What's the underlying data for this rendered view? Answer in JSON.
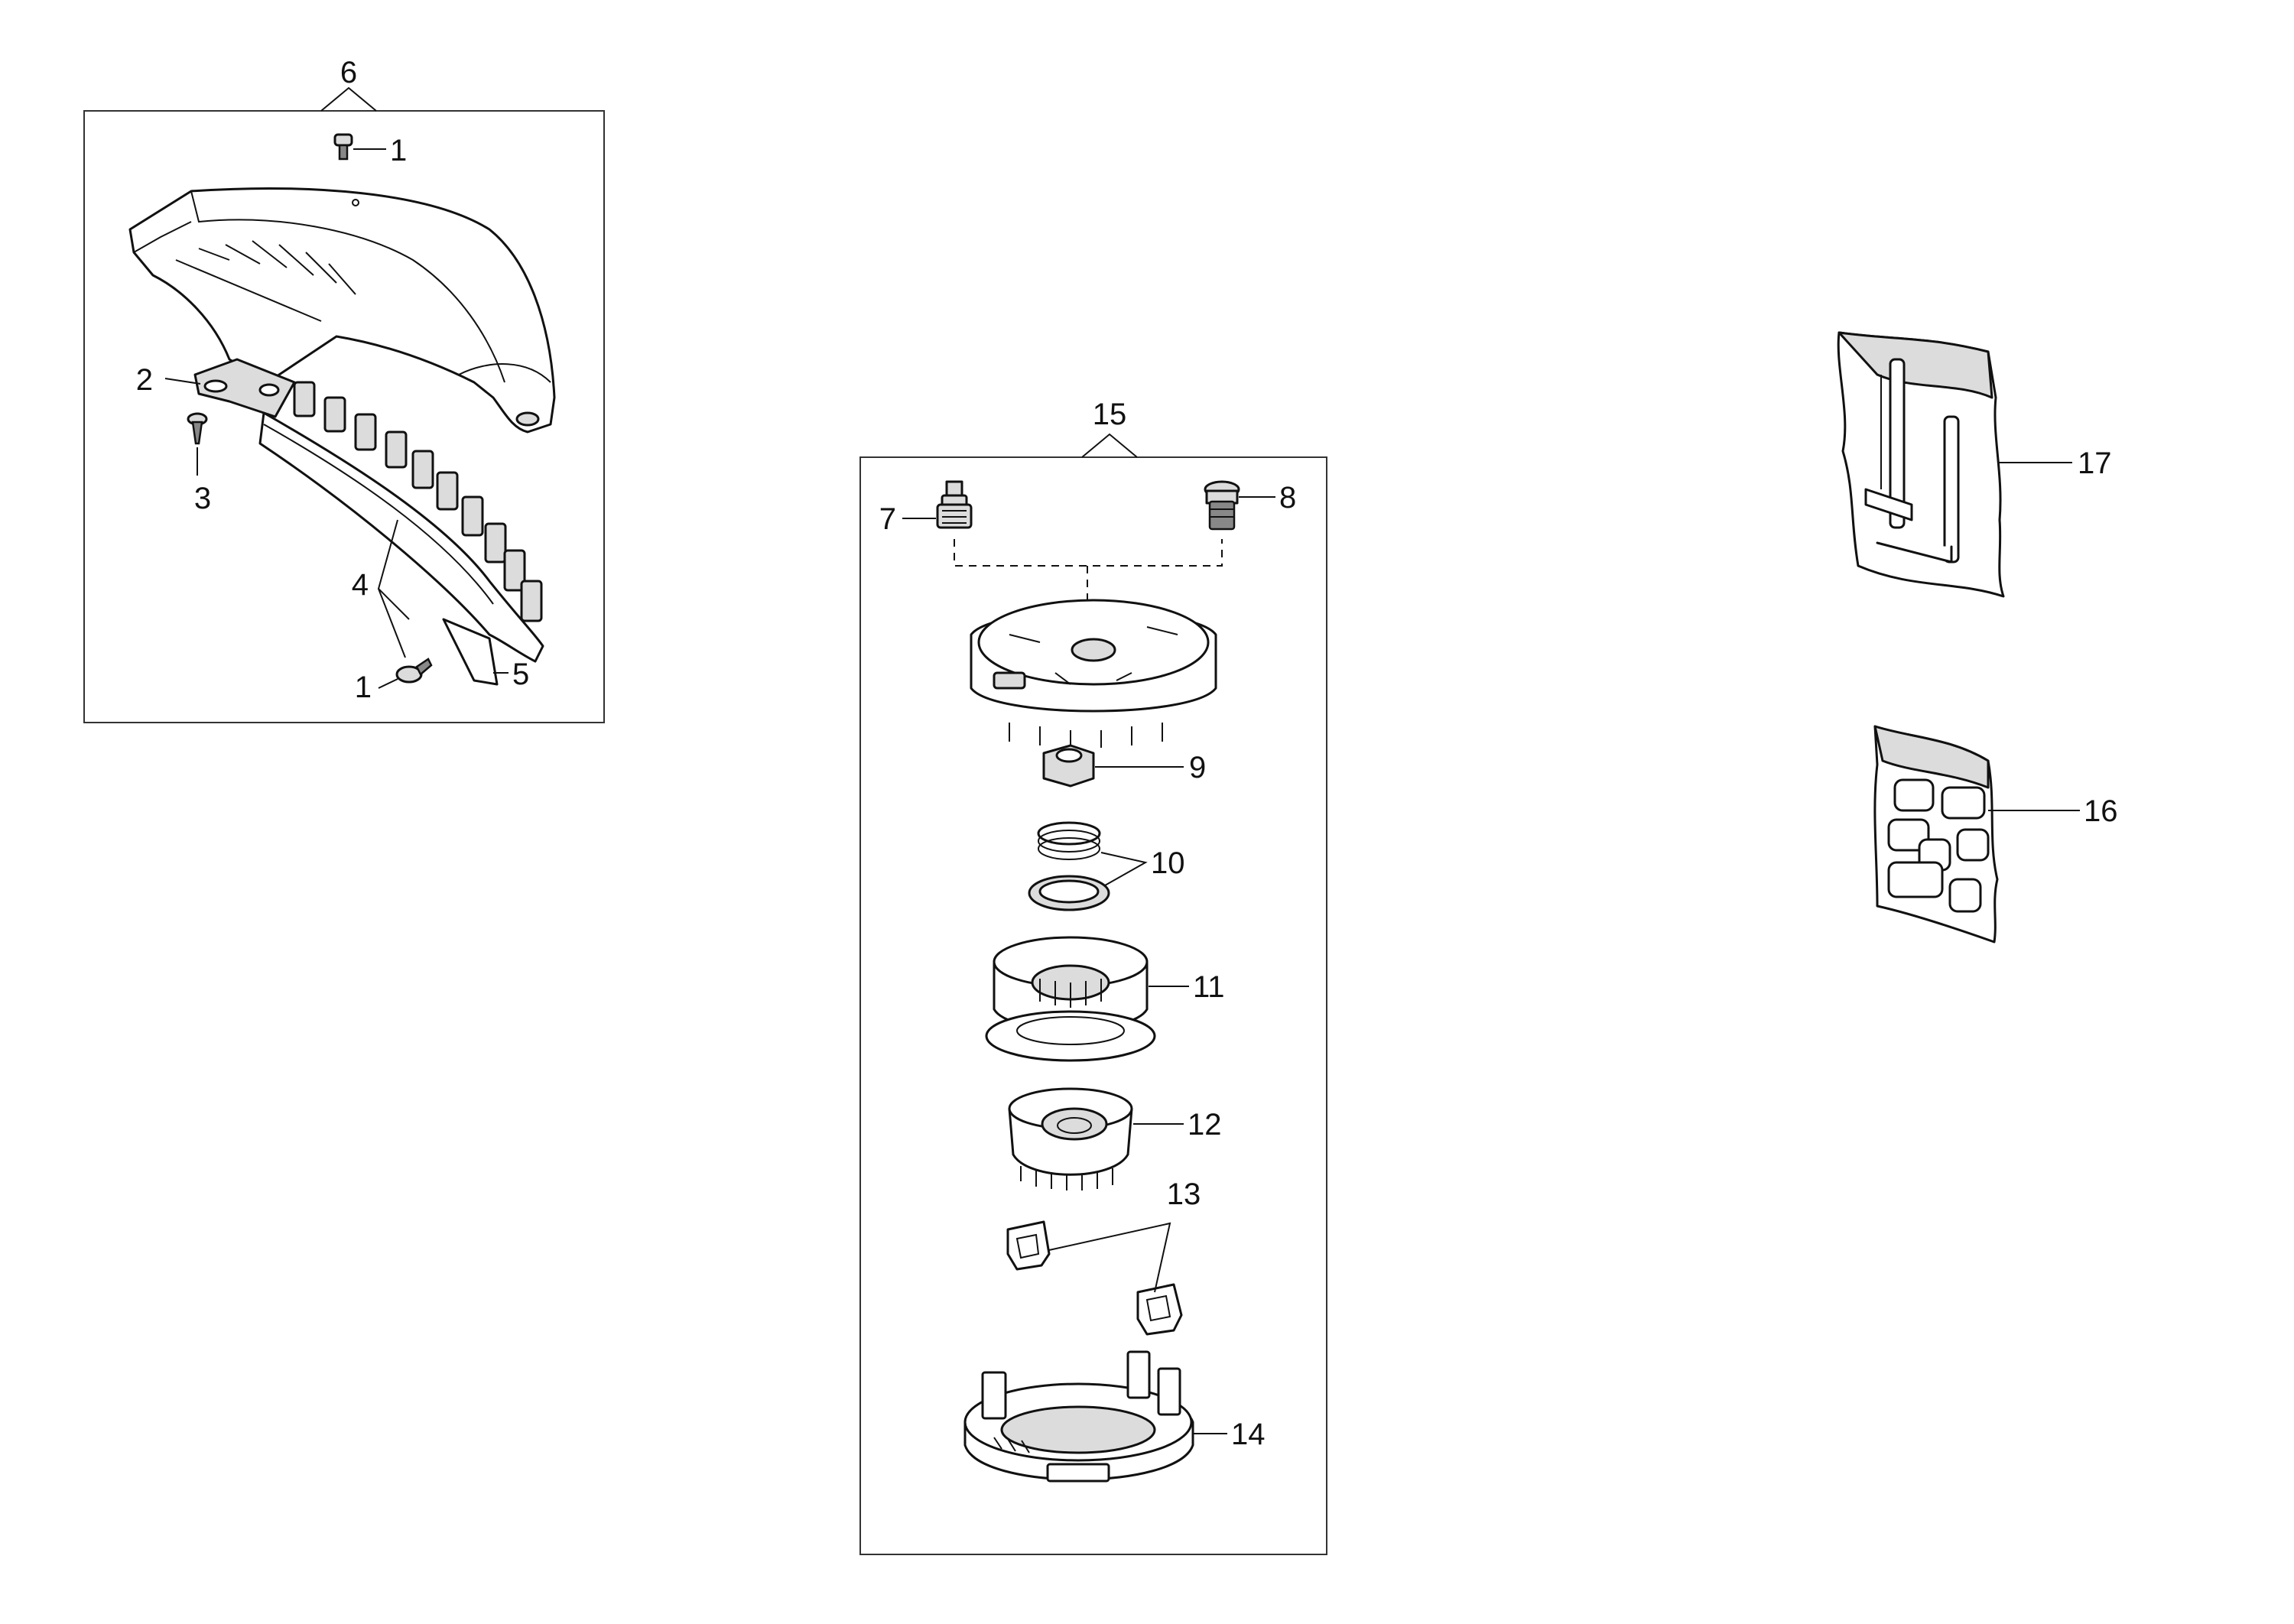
{
  "callouts": {
    "c6": "6",
    "c1a": "1",
    "c2": "2",
    "c3": "3",
    "c4": "4",
    "c1b": "1",
    "c5": "5",
    "c15": "15",
    "c7": "7",
    "c8": "8",
    "c9": "9",
    "c10": "10",
    "c11": "11",
    "c12": "12",
    "c13": "13",
    "c14": "14",
    "c17": "17",
    "c16": "16"
  },
  "colors": {
    "line": "#111111",
    "background": "#ffffff",
    "shade": "#dcdcdc"
  }
}
